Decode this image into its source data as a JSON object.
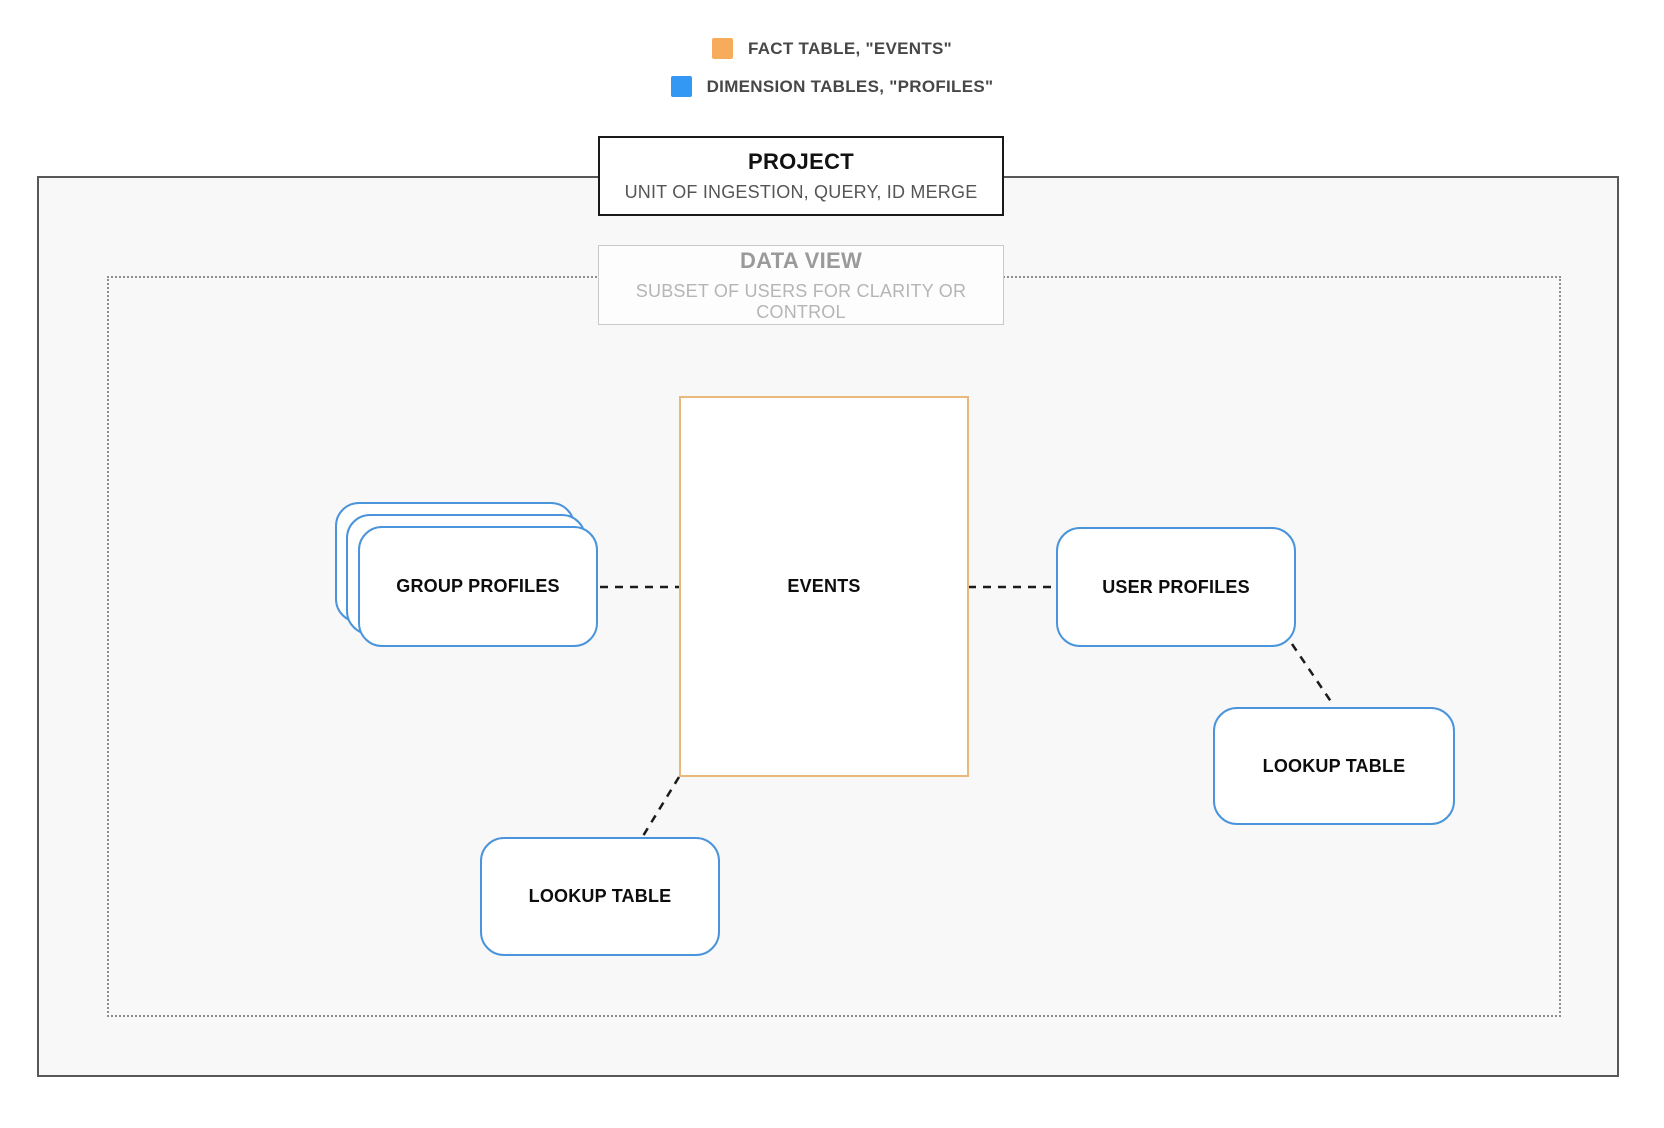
{
  "legend": {
    "items": [
      {
        "id": "fact-table",
        "label": "FACT TABLE, \"EVENTS\"",
        "color": "#F7AC5B"
      },
      {
        "id": "dimension-tables",
        "label": "DIMENSION TABLES, \"PROFILES\"",
        "color": "#3398F3"
      }
    ]
  },
  "project_box": {
    "title": "PROJECT",
    "subtitle": "UNIT OF INGESTION, QUERY, ID MERGE"
  },
  "data_view_box": {
    "title": "DATA VIEW",
    "subtitle": "SUBSET OF USERS FOR CLARITY OR CONTROL"
  },
  "nodes": {
    "events": {
      "label": "EVENTS"
    },
    "group_profiles": {
      "label": "GROUP PROFILES"
    },
    "user_profiles": {
      "label": "USER PROFILES"
    },
    "lookup_table_bottom": {
      "label": "LOOKUP TABLE"
    },
    "lookup_table_right": {
      "label": "LOOKUP TABLE"
    }
  },
  "colors": {
    "fact_accent": "#F7AC5B",
    "fact_node_border": "#E9B97B",
    "dimension_accent": "#3398F3",
    "dimension_node_border": "#4A94DB",
    "connector": "#1B1B1B",
    "project_border": "#58585A",
    "data_view_dotted_border": "#8E8E8E"
  }
}
